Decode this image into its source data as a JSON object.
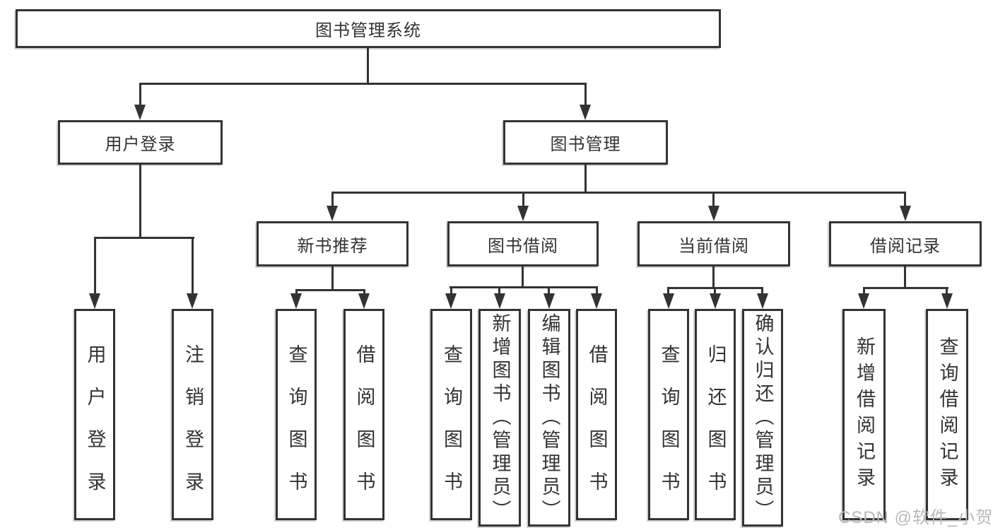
{
  "tree": {
    "root": {
      "label": "图书管理系统"
    },
    "children": [
      {
        "label": "用户登录",
        "children": [
          {
            "label": "用户登录"
          },
          {
            "label": "注销登录"
          }
        ]
      },
      {
        "label": "图书管理",
        "children": [
          {
            "label": "新书推荐",
            "children": [
              {
                "label": "查询图书"
              },
              {
                "label": "借阅图书"
              }
            ]
          },
          {
            "label": "图书借阅",
            "children": [
              {
                "label": "查询图书"
              },
              {
                "label": "新增图书（管理员）"
              },
              {
                "label": "编辑图书（管理员）"
              },
              {
                "label": "借阅图书"
              }
            ]
          },
          {
            "label": "当前借阅",
            "children": [
              {
                "label": "查询图书"
              },
              {
                "label": "归还图书"
              },
              {
                "label": "确认归还（管理员）"
              }
            ]
          },
          {
            "label": "借阅记录",
            "children": [
              {
                "label": "新增借阅记录"
              },
              {
                "label": "查询借阅记录"
              }
            ]
          }
        ]
      }
    ]
  },
  "watermark": {
    "text": "CSDN @软件_小贺同学"
  },
  "colors": {
    "line": "#333333",
    "box_border": "#333333",
    "text": "#333333",
    "watermark": "#b9b9b9",
    "background": "#ffffff"
  }
}
